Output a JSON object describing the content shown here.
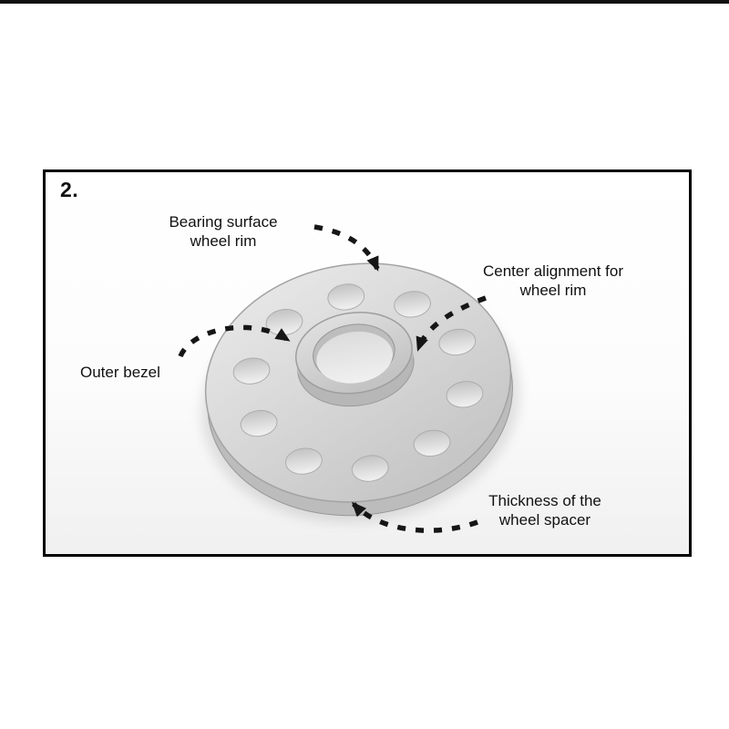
{
  "page": {
    "step_number": "2."
  },
  "labels": {
    "bearing_surface": {
      "line1": "Bearing surface",
      "line2": "wheel rim"
    },
    "center_alignment": {
      "line1": "Center alignment for",
      "line2": "wheel rim"
    },
    "outer_bezel": {
      "text": "Outer bezel"
    },
    "thickness": {
      "line1": "Thickness of the",
      "line2": "wheel spacer"
    }
  },
  "diagram": {
    "subject": "wheel spacer disc, perspective view",
    "bolt_hole_count": 10,
    "colors": {
      "arrow": "#161616",
      "disc_light": "#e7e7e7",
      "disc_dark": "#c2c2c2",
      "outline": "#a3a3a3",
      "frame_border": "#000000"
    }
  }
}
